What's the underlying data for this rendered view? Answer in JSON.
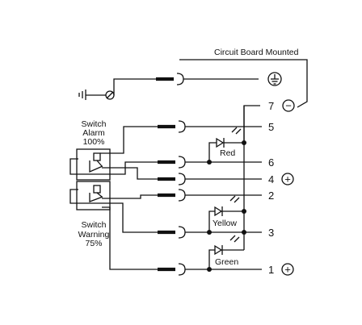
{
  "labels": {
    "circuit_board": "Circuit Board Mounted",
    "switch_alarm": [
      "Switch",
      "Alarm",
      "100%"
    ],
    "switch_warning": [
      "Switch",
      "Warning",
      "75%"
    ],
    "led_red": "Red",
    "led_yellow": "Yellow",
    "led_green": "Green"
  },
  "pins": [
    {
      "number": "7",
      "symbol": "−"
    },
    {
      "number": "5",
      "symbol": ""
    },
    {
      "number": "6",
      "symbol": ""
    },
    {
      "number": "4",
      "symbol": "+"
    },
    {
      "number": "2",
      "symbol": ""
    },
    {
      "number": "3",
      "symbol": ""
    },
    {
      "number": "1",
      "symbol": "+"
    }
  ],
  "icons": {
    "ground": "ground-icon",
    "earth": "protective-earth-icon",
    "connector": "connector-icon",
    "led": "led-icon",
    "relay": "relay-switch-icon"
  }
}
